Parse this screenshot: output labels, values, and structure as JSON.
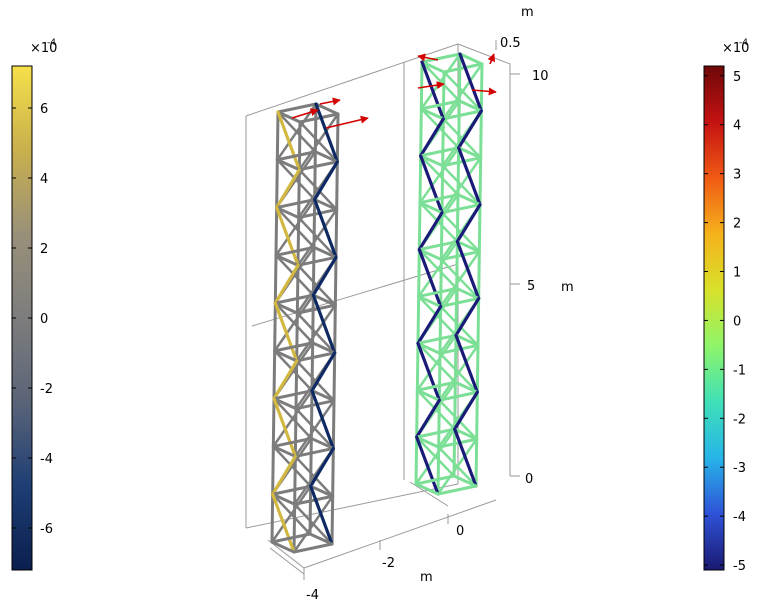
{
  "left_legend": {
    "multiplier": "×10",
    "exponent": "-4",
    "ticks": [
      "6",
      "4",
      "2",
      "0",
      "-2",
      "-4",
      "-6"
    ],
    "range": [
      -7.2,
      7.2
    ],
    "colors": [
      "#0a1f4e",
      "#1e3e74",
      "#5a6478",
      "#7d7d7d",
      "#999079",
      "#c9b04d",
      "#f6e04a"
    ]
  },
  "right_legend": {
    "multiplier": "×10",
    "exponent": "-4",
    "ticks": [
      "5",
      "4",
      "3",
      "2",
      "1",
      "0",
      "-1",
      "-2",
      "-3",
      "-4",
      "-5"
    ],
    "range": [
      -5.1,
      5.2
    ],
    "colors": [
      "#1a1a70",
      "#2f52d8",
      "#27b4e8",
      "#3fe0b8",
      "#8ef56a",
      "#d8e12a",
      "#f5b21c",
      "#f05a14",
      "#c41212",
      "#6e0808"
    ]
  },
  "axes": {
    "z_ticks": [
      "10",
      "5",
      "0"
    ],
    "z_unit": "m",
    "y_ticks": [
      "0.5"
    ],
    "y_unit": "m",
    "x_ticks": [
      "0",
      "-2",
      "-4"
    ],
    "x_unit": "m"
  },
  "tower_colors": {
    "left_frame": "#7c7c7c",
    "left_tension": "#d2b840",
    "left_compression": "#0f2a63",
    "right_frame": "#7cdf96",
    "right_compression": "#1a1a78",
    "arrows": "#d40000"
  }
}
